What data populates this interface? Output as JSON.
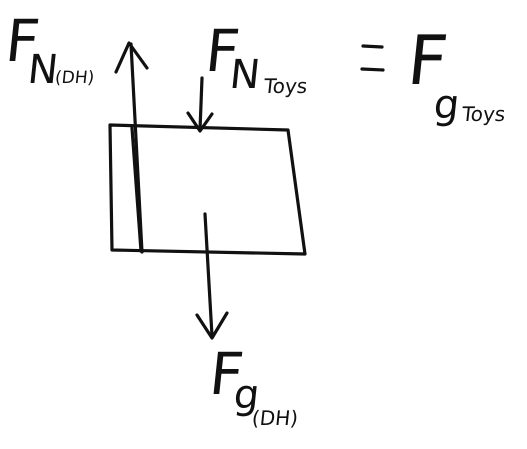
{
  "diagram": {
    "box": {
      "description": ""
    },
    "force_normal_dh": {
      "symbol": "F",
      "subscript": "N",
      "qualifier": "(DH)"
    },
    "force_normal_toys": {
      "symbol": "F",
      "subscript": "N",
      "qualifier": "Toys"
    },
    "equals_sign": "=",
    "force_gravity_toys": {
      "symbol": "F",
      "subscript": "g",
      "qualifier": "Toys"
    },
    "force_gravity_dh": {
      "symbol": "F",
      "subscript": "g",
      "qualifier": "(DH)"
    },
    "ink_color": "#111111",
    "background_color": "#ffffff"
  }
}
